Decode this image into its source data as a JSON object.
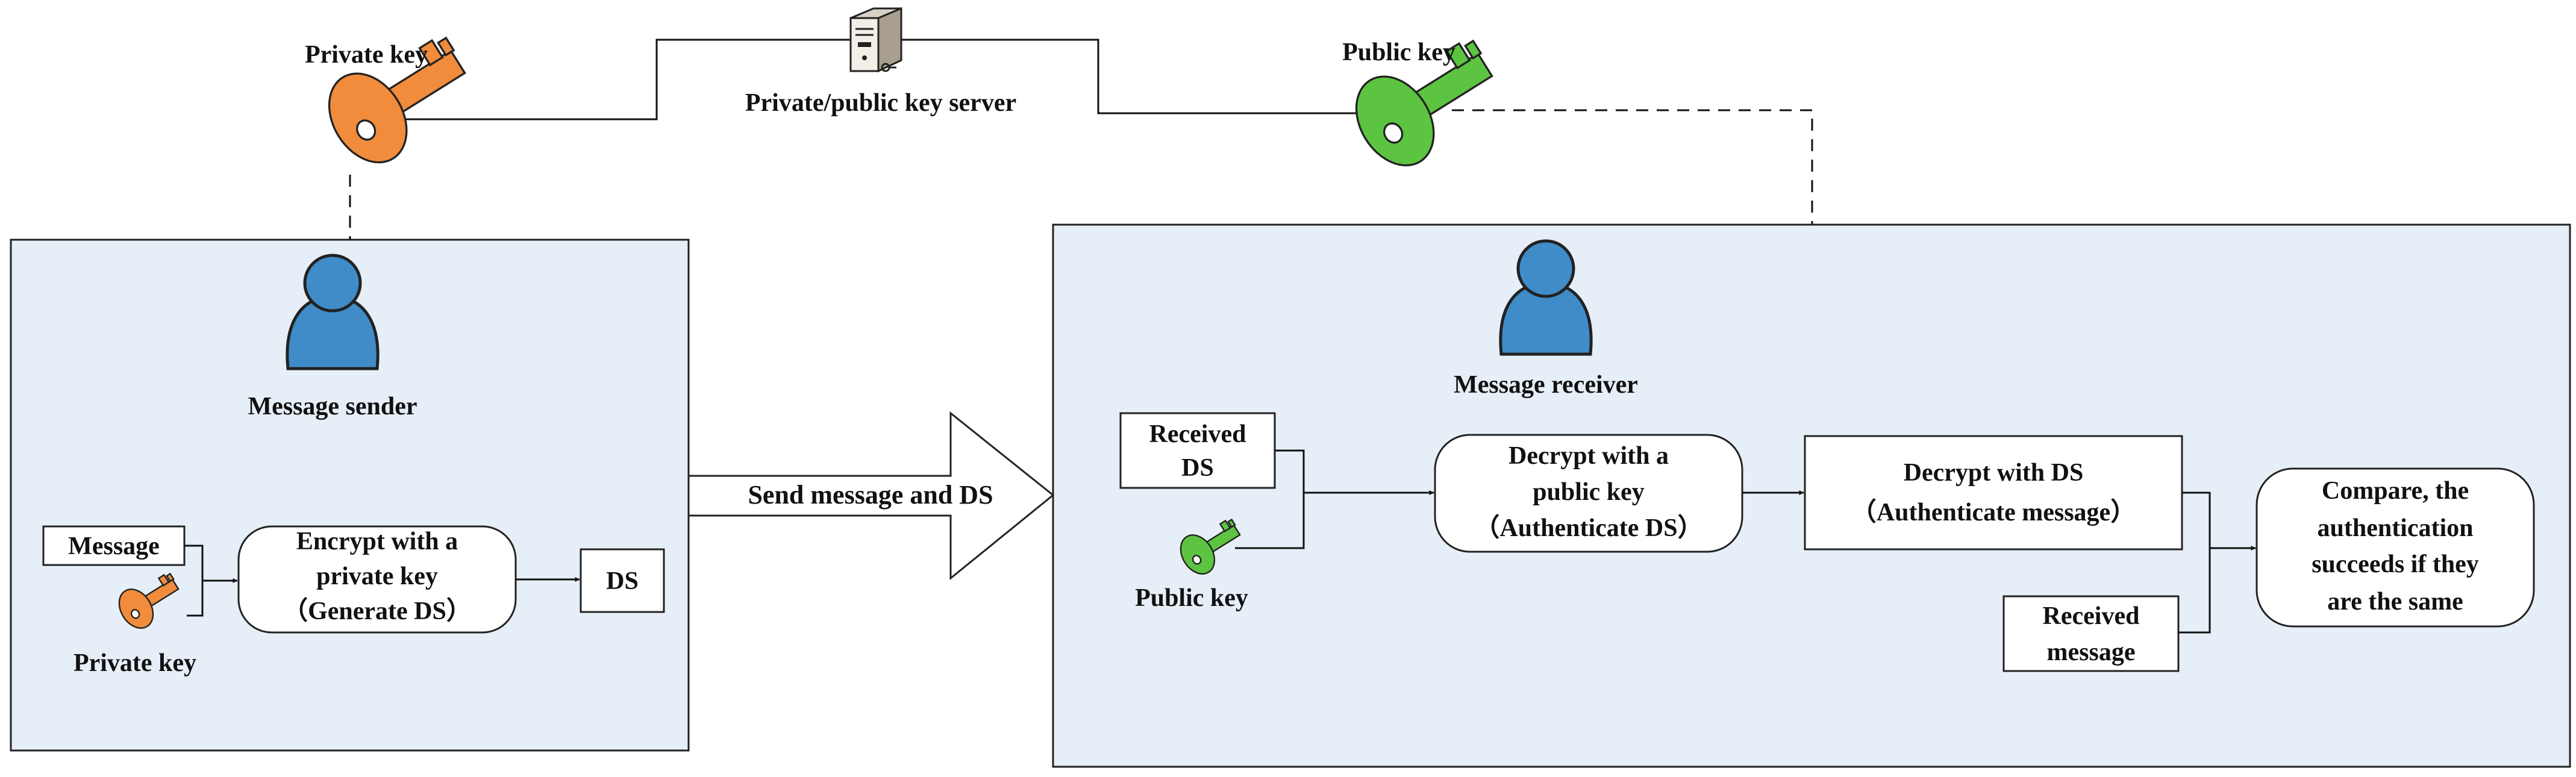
{
  "server": {
    "label": "Private/public key server"
  },
  "keys": {
    "top_private_label": "Private key",
    "top_public_label": "Public key",
    "private_color": "#F08C3C",
    "public_color": "#5CC440"
  },
  "sender": {
    "title": "Message sender",
    "message_box": "Message",
    "private_key_label": "Private key",
    "encrypt_lines": [
      "Encrypt with a",
      "private key",
      "（Generate DS）"
    ],
    "ds_box": "DS"
  },
  "transfer": {
    "label": "Send message and DS"
  },
  "receiver": {
    "title": "Message receiver",
    "received_ds_lines": [
      "Received",
      "DS"
    ],
    "public_key_label": "Public key",
    "decrypt_pub_lines": [
      "Decrypt with a",
      "public key",
      "（Authenticate DS）"
    ],
    "decrypt_ds_lines": [
      "Decrypt with DS",
      "（Authenticate message）"
    ],
    "received_msg_lines": [
      "Received",
      "message"
    ],
    "compare_lines": [
      "Compare, the",
      "authentication",
      "succeeds if they",
      "are the same"
    ]
  },
  "colors": {
    "panel_fill": "#E6EEF7",
    "user_fill": "#3F8CC8",
    "line": "#111111"
  }
}
